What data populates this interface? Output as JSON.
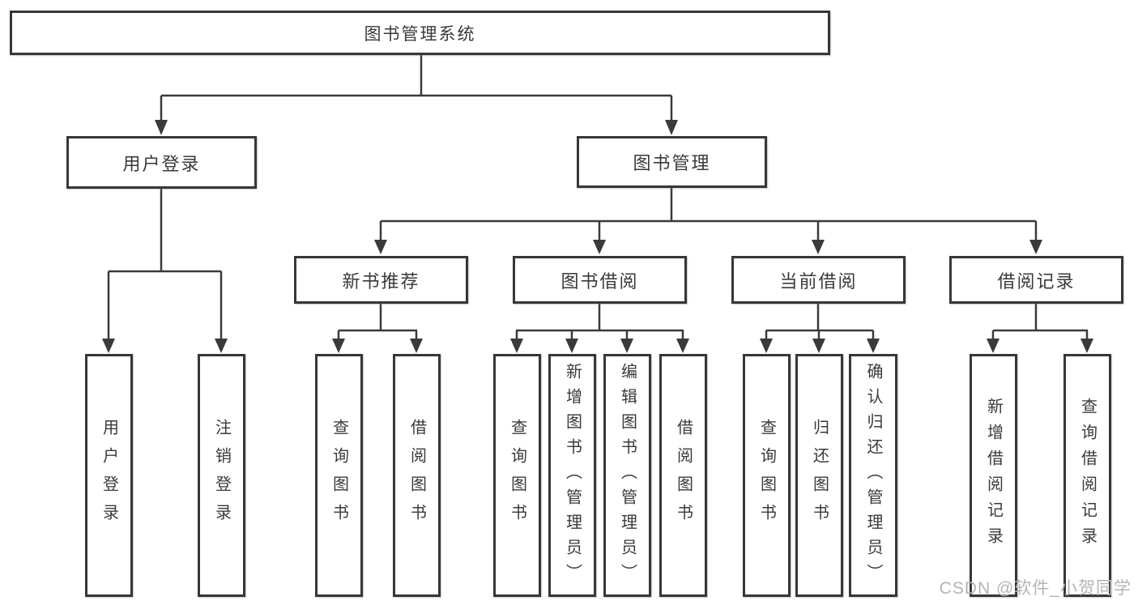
{
  "diagram": {
    "root": {
      "label": "图书管理系统"
    },
    "level2": {
      "user_login": {
        "label": "用户登录"
      },
      "book_management": {
        "label": "图书管理"
      }
    },
    "level3": {
      "new_book_recommend": {
        "label": "新书推荐"
      },
      "book_borrow": {
        "label": "图书借阅"
      },
      "current_borrow": {
        "label": "当前借阅"
      },
      "borrow_record": {
        "label": "借阅记录"
      }
    },
    "leaves": {
      "user_login": [
        "用户登录",
        "注销登录"
      ],
      "new_book_recommend": [
        "查询图书",
        "借阅图书"
      ],
      "book_borrow": [
        "查询图书",
        "新增图书（管理员）",
        "编辑图书（管理员）",
        "借阅图书"
      ],
      "current_borrow": [
        "查询图书",
        "归还图书",
        "确认归还（管理员）"
      ],
      "borrow_record": [
        "新增借阅记录",
        "查询借阅记录"
      ]
    },
    "watermark": "CSDN @软件_小贺同学",
    "colors": {
      "line": "#3a3a3a",
      "text": "#3a3a3a",
      "watermark": "#b4b4b4",
      "background": "#ffffff"
    }
  }
}
